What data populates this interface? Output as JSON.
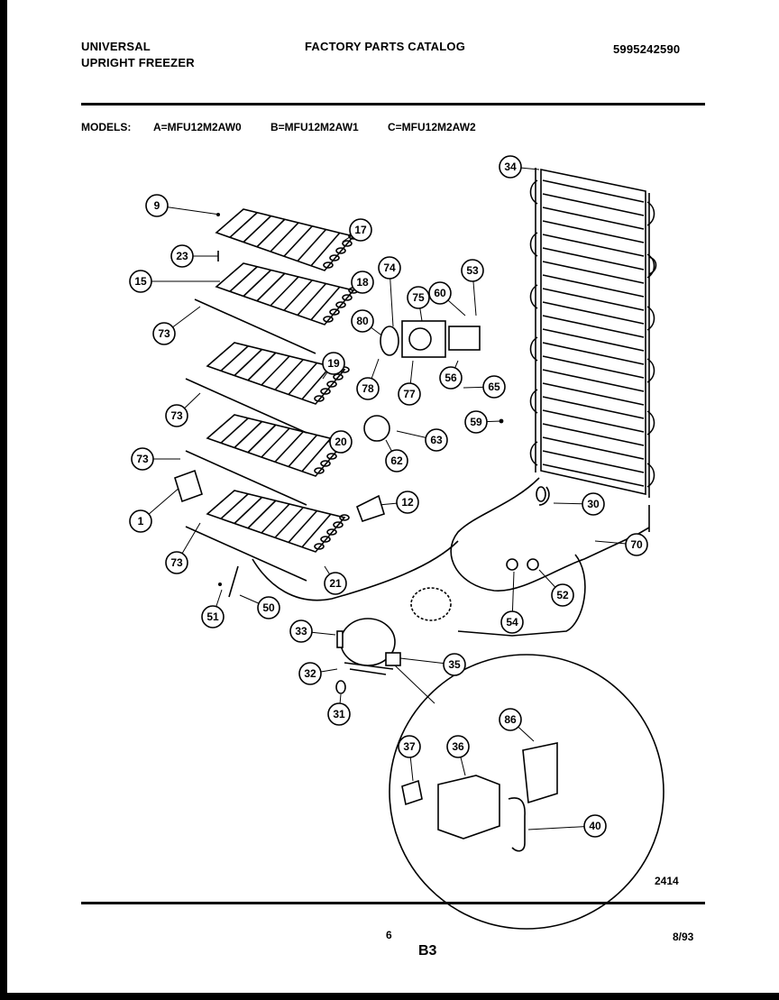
{
  "header": {
    "brand_line1": "UNIVERSAL",
    "brand_line2": "UPRIGHT FREEZER",
    "catalog_title": "FACTORY PARTS CATALOG",
    "catalog_number": "5995242590"
  },
  "models": {
    "label": "MODELS:",
    "a": "A=MFU12M2AW0",
    "b": "B=MFU12M2AW1",
    "c": "C=MFU12M2AW2"
  },
  "callouts": [
    "9",
    "17",
    "23",
    "15",
    "18",
    "73",
    "74",
    "75",
    "60",
    "53",
    "80",
    "19",
    "78",
    "77",
    "56",
    "65",
    "34",
    "59",
    "63",
    "20",
    "62",
    "73",
    "73",
    "12",
    "1",
    "30",
    "70",
    "73",
    "52",
    "21",
    "54",
    "50",
    "51",
    "33",
    "35",
    "32",
    "31",
    "86",
    "37",
    "36",
    "40"
  ],
  "drawing_number": "2414",
  "footer": {
    "page_number": "6",
    "section": "B3",
    "date": "8/93"
  }
}
